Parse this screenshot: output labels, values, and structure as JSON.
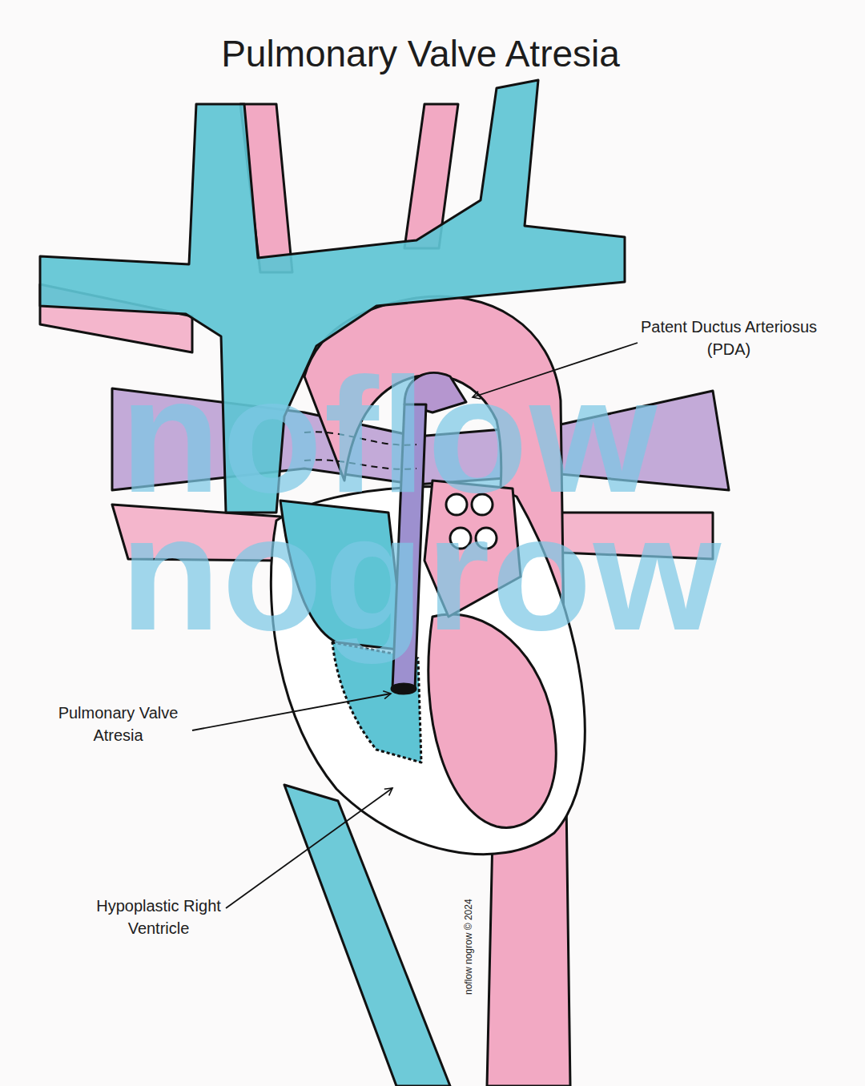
{
  "diagram": {
    "title": "Pulmonary Valve Atresia",
    "labels": [
      "Patent Ductus Arteriosus (PDA)",
      "Pulmonary Valve Atresia",
      "Hypoplastic Right Ventricle",
      "noflow",
      "nogrow",
      "noflow nogrow © 2024"
    ]
  }
}
